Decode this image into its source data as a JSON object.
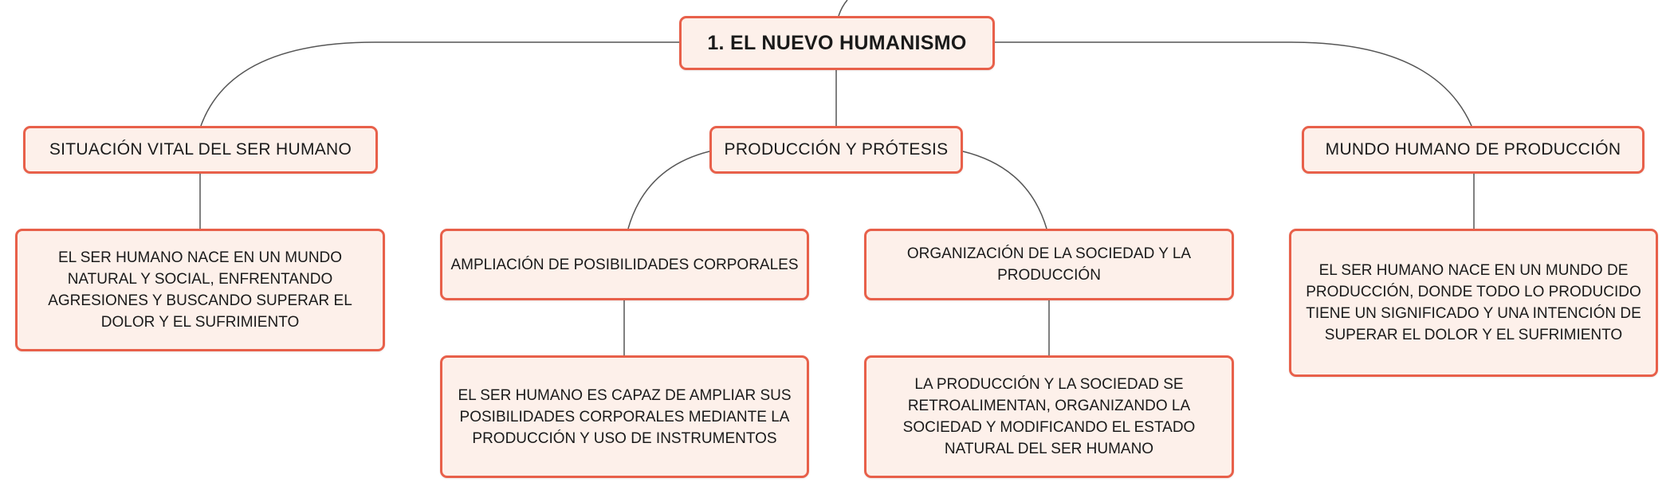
{
  "map": {
    "root": {
      "title": "1. EL NUEVO HUMANISMO"
    },
    "branches": [
      {
        "label": "SITUACIÓN VITAL DEL SER HUMANO",
        "description": "EL SER HUMANO NACE EN UN MUNDO NATURAL Y SOCIAL, ENFRENTANDO AGRESIONES Y BUSCANDO SUPERAR EL DOLOR Y EL SUFRIMIENTO"
      },
      {
        "label": "PRODUCCIÓN Y PRÓTESIS",
        "children": [
          {
            "label": "AMPLIACIÓN DE POSIBILIDADES CORPORALES",
            "description": "EL SER HUMANO ES CAPAZ DE AMPLIAR SUS POSIBILIDADES CORPORALES MEDIANTE LA PRODUCCIÓN Y USO DE INSTRUMENTOS"
          },
          {
            "label": "ORGANIZACIÓN DE LA SOCIEDAD Y LA PRODUCCIÓN",
            "description": "LA PRODUCCIÓN Y LA SOCIEDAD SE RETROALIMENTAN, ORGANIZANDO LA SOCIEDAD Y MODIFICANDO EL ESTADO NATURAL DEL SER HUMANO"
          }
        ]
      },
      {
        "label": "MUNDO HUMANO DE PRODUCCIÓN",
        "description": "EL SER HUMANO NACE EN UN MUNDO DE PRODUCCIÓN, DONDE TODO LO PRODUCIDO TIENE UN SIGNIFICADO Y UNA INTENCIÓN DE SUPERAR EL DOLOR Y EL SUFRIMIENTO"
      }
    ]
  },
  "colors": {
    "node_border": "#e8604a",
    "node_fill": "#fdf0ea",
    "connector": "#555555"
  }
}
